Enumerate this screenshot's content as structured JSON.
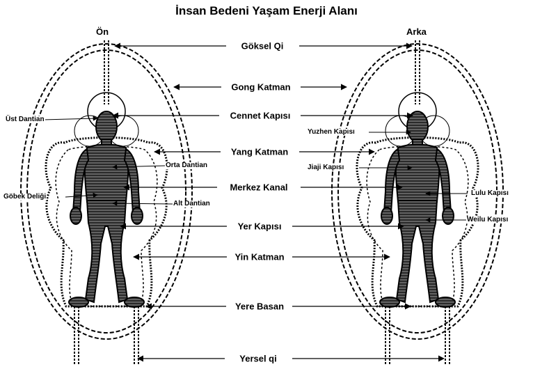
{
  "title": "İnsan Bedeni Yaşam Enerji Alanı",
  "views": {
    "front": "Ön",
    "back": "Arka"
  },
  "center_labels": [
    "Göksel Qi",
    "Gong Katman",
    "Cennet Kapısı",
    "Yang Katman",
    "Merkez Kanal",
    "Yer Kapısı",
    "Yin Katman",
    "Yere Basan",
    "Yersel qi"
  ],
  "front_labels": {
    "upper_dantian": "Üst Dantian",
    "middle_dantian": "Orta Dantian",
    "lower_dantian": "Alt Dantian",
    "navel": "Göbek Deliği"
  },
  "back_labels": {
    "yuzhen": "Yuzhen Kapısı",
    "jiaji": "Jiaji Kapısı",
    "lulu": "Lulu Kapısı",
    "weilu": "Weilu Kapısı"
  }
}
